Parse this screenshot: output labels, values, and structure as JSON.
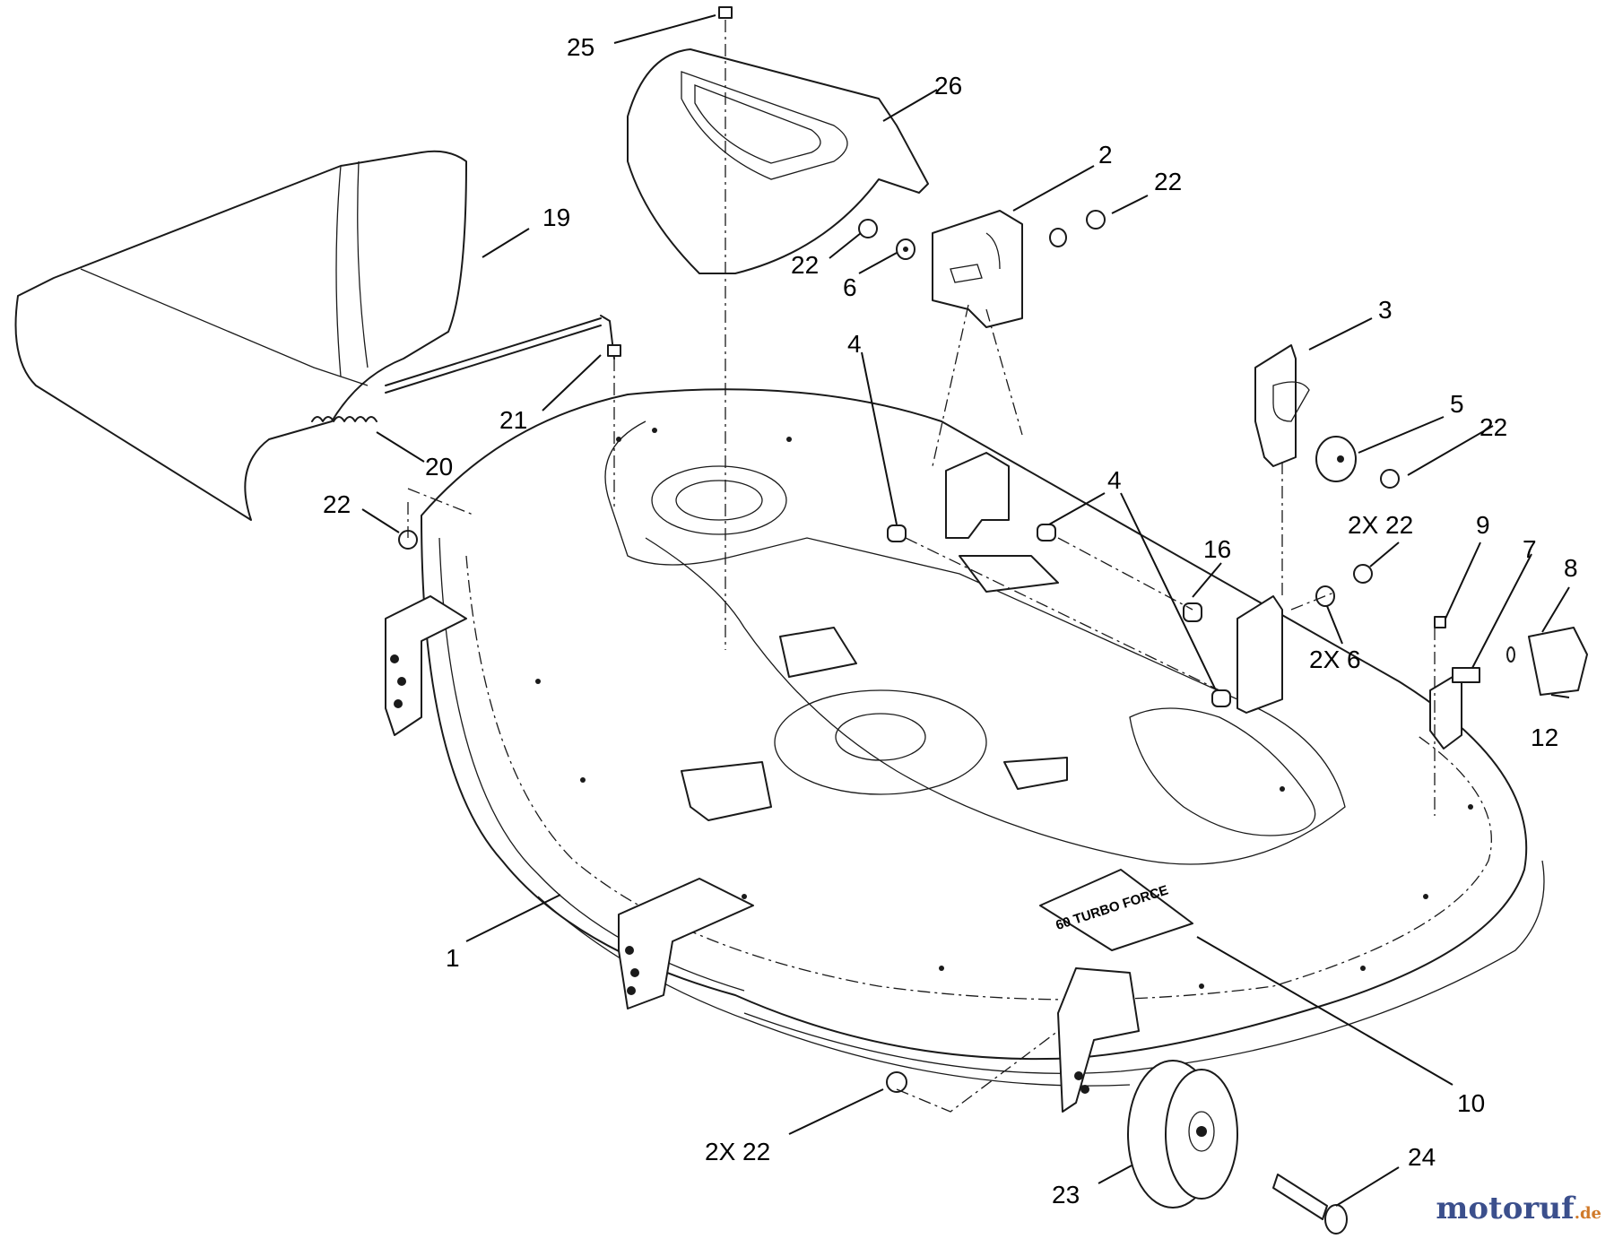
{
  "callouts": [
    {
      "id": "c25",
      "label": "25"
    },
    {
      "id": "c26",
      "label": "26"
    },
    {
      "id": "c2",
      "label": "2"
    },
    {
      "id": "c22a",
      "label": "22"
    },
    {
      "id": "c19",
      "label": "19"
    },
    {
      "id": "c22b",
      "label": "22"
    },
    {
      "id": "c6a",
      "label": "6"
    },
    {
      "id": "c3",
      "label": "3"
    },
    {
      "id": "c4a",
      "label": "4"
    },
    {
      "id": "c5",
      "label": "5"
    },
    {
      "id": "c22c",
      "label": "22"
    },
    {
      "id": "c21",
      "label": "21"
    },
    {
      "id": "c20",
      "label": "20"
    },
    {
      "id": "c4b",
      "label": "4"
    },
    {
      "id": "c22d",
      "label": "22"
    },
    {
      "id": "c2x22a",
      "label": "2X 22"
    },
    {
      "id": "c9",
      "label": "9"
    },
    {
      "id": "c7",
      "label": "7"
    },
    {
      "id": "c16",
      "label": "16"
    },
    {
      "id": "c8",
      "label": "8"
    },
    {
      "id": "c2x6",
      "label": "2X  6"
    },
    {
      "id": "c12",
      "label": "12"
    },
    {
      "id": "c1",
      "label": "1"
    },
    {
      "id": "c10",
      "label": "10"
    },
    {
      "id": "c2x22b",
      "label": "2X  22"
    },
    {
      "id": "c24",
      "label": "24"
    },
    {
      "id": "c23",
      "label": "23"
    }
  ],
  "decal_text": "60 TURBO FORCE",
  "watermark": {
    "main": "motoruf",
    "suffix": ".de"
  },
  "colors": {
    "watermark_main": "#3b4f8c",
    "watermark_suffix": "#d07a2a"
  }
}
